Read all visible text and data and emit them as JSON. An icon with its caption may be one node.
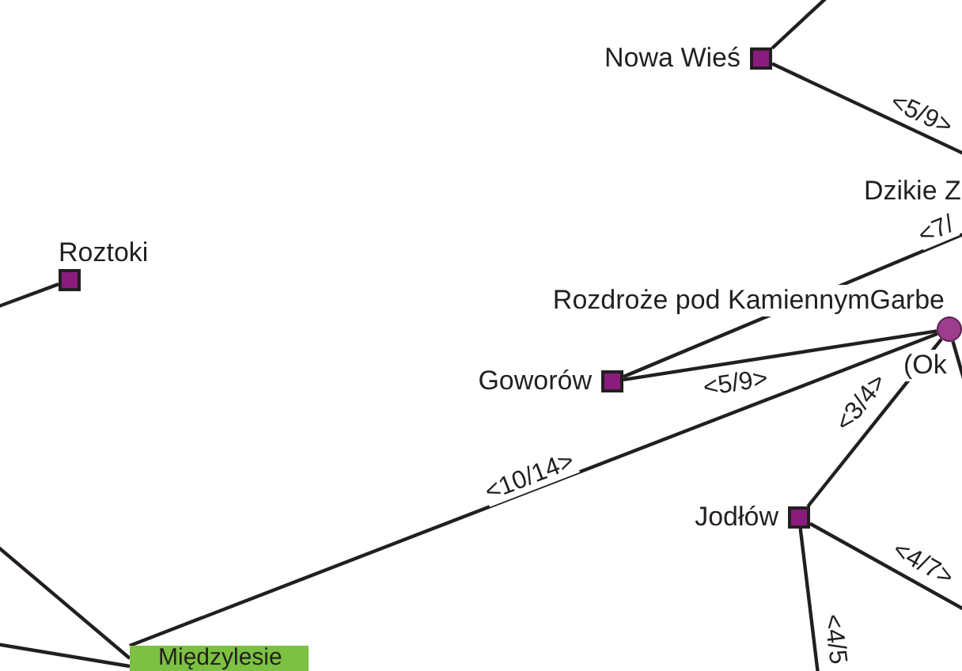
{
  "diagram": {
    "nodes": [
      {
        "text": [
          "Nowa Wieś"
        ]
      },
      {
        "text": [
          "Roztoki"
        ]
      },
      {
        "text": [
          "Rozdroże pod KamiennymGarbe"
        ],
        "beside": [
          "(Ok"
        ]
      },
      {
        "text": [
          "Goworów"
        ]
      },
      {
        "text": [
          "Jodłów"
        ]
      },
      {
        "text": [
          "Międzylesie"
        ]
      }
    ],
    "edges": [
      {
        "from": 0,
        "to": null,
        "arrow": "none"
      },
      {
        "from": 0,
        "to": null,
        "arrow": "none",
        "label": "<5/9>"
      },
      {
        "from": 3,
        "to": null,
        "arrow": "none",
        "label": "<7/"
      },
      {
        "from": 1,
        "to": null,
        "arrow": "none"
      },
      {
        "from": 3,
        "to": 2,
        "arrow": "none",
        "label": "<5/9>"
      },
      {
        "from": 5,
        "to": 2,
        "arrow": "none",
        "label": "<10/14>"
      },
      {
        "from": 2,
        "to": 4,
        "arrow": "none",
        "label": "<3/4>"
      },
      {
        "from": 2,
        "to": null,
        "arrow": "none"
      },
      {
        "from": 4,
        "to": null,
        "arrow": "none",
        "label": "<4/7>"
      },
      {
        "from": 4,
        "to": null,
        "arrow": "none",
        "label": "<4/5"
      },
      {
        "from": null,
        "to": 5,
        "arrow": "none"
      },
      {
        "from": null,
        "to": 5,
        "arrow": "none"
      }
    ],
    "labels": [
      "Dzikie Z"
    ]
  }
}
